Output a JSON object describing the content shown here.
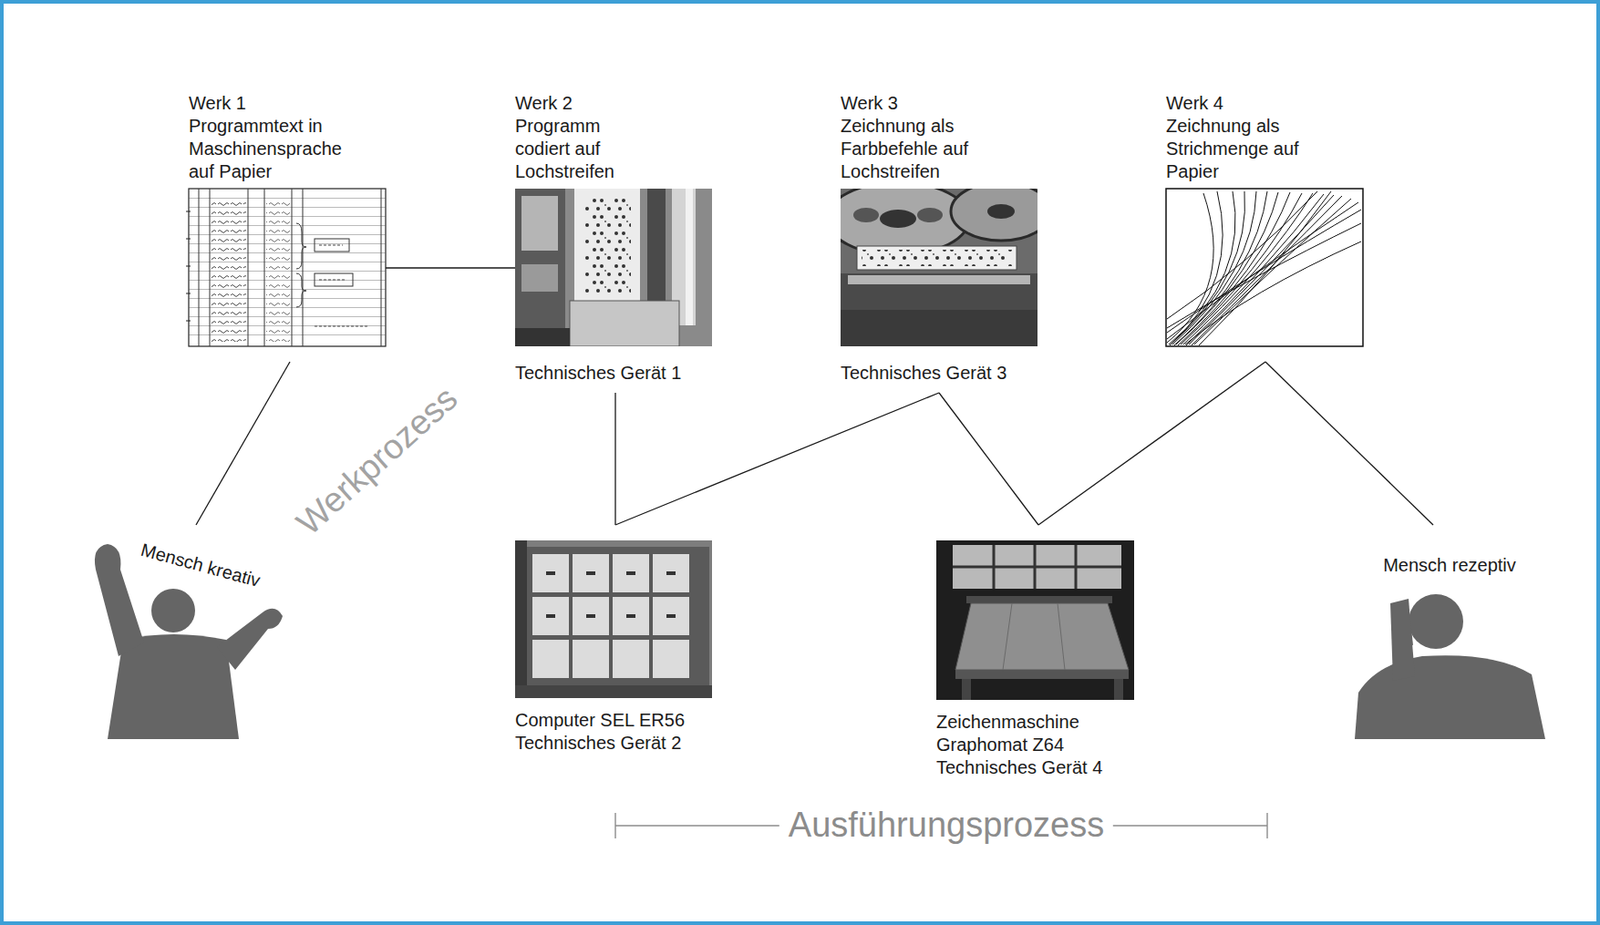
{
  "diagram": {
    "nodes": [
      {
        "text": [
          "Werk 1",
          "Programmtext in Maschinensprache auf Papier"
        ]
      },
      {
        "text": [
          "Werk 2",
          "Programm codiert auf Lochstreifen",
          "Technisches Gerät 1"
        ]
      },
      {
        "text": [
          "Werk 3",
          "Zeichnung als Farbbefehle auf Lochstreifen",
          "Technisches Gerät 3"
        ]
      },
      {
        "text": [
          "Werk 4",
          "Zeichnung als Strichmenge auf Papier"
        ]
      },
      {
        "text": [
          "Mensch kreativ"
        ]
      },
      {
        "text": [
          "Computer SEL ER56",
          "Technisches Gerät 2"
        ]
      },
      {
        "text": [
          "Zeichenmaschine Graphomat Z64",
          "Technisches Gerät 4"
        ]
      },
      {
        "text": [
          "Mensch rezeptiv"
        ]
      }
    ],
    "edges": [
      {
        "from": 0,
        "to": 1,
        "arrow": "none"
      },
      {
        "from": 0,
        "to": 4,
        "arrow": "none"
      },
      {
        "from": 1,
        "to": 5,
        "arrow": "none"
      },
      {
        "from": 5,
        "to": 2,
        "arrow": "none"
      },
      {
        "from": 2,
        "to": 6,
        "arrow": "none"
      },
      {
        "from": 6,
        "to": 3,
        "arrow": "none"
      },
      {
        "from": 3,
        "to": 7,
        "arrow": "none"
      }
    ],
    "labels": [
      "Werkprozess",
      "Ausführungsprozess"
    ]
  }
}
